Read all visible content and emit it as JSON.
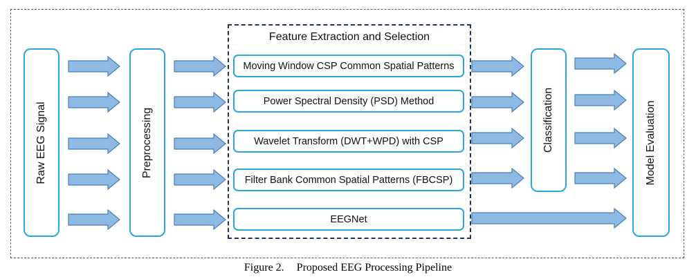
{
  "stages": {
    "raw": "Raw EEG Signal",
    "preprocessing": "Preprocessing",
    "classification": "Classification",
    "evaluation": "Model Evaluation"
  },
  "feature_block": {
    "title": "Feature Extraction and Selection",
    "methods": [
      "Moving Window CSP Common Spatial Patterns",
      "Power Spectral Density (PSD) Method",
      "Wavelet Transform (DWT+WPD) with CSP",
      "Filter Bank Common Spatial Patterns (FBCSP)",
      "EEGNet"
    ]
  },
  "caption": {
    "label": "Figure 2.",
    "text": "Proposed EEG Processing Pipeline"
  },
  "colors": {
    "box_border": "#2ba6dd",
    "arrow_fill": "#8db9e3",
    "arrow_stroke": "#4a7fb5",
    "dashed_border": "#1f3555"
  }
}
